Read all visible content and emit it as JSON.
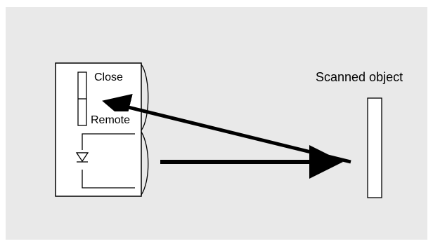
{
  "labels": {
    "close": "Close",
    "remote": "Remote",
    "scanned_object": "Scanned object"
  },
  "colors": {
    "panel_background": "#e9e9e9",
    "outline": "#000000",
    "arrow": "#000000"
  },
  "icons": {
    "emitter": "photodiode-symbol"
  }
}
